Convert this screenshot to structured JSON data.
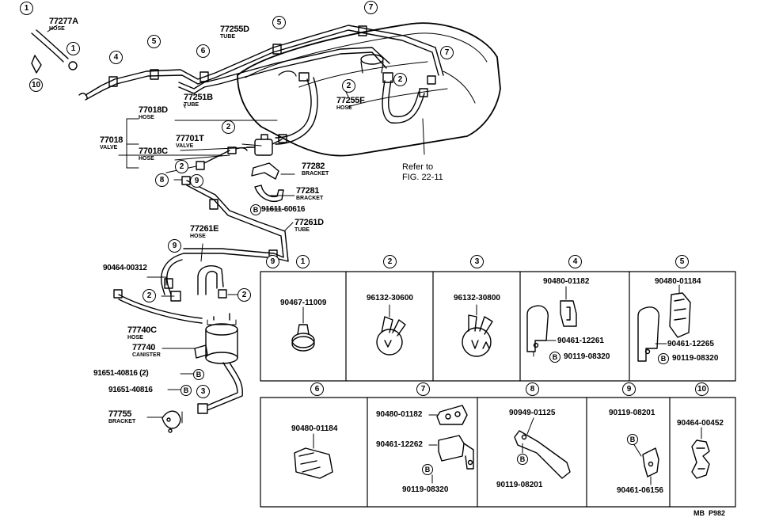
{
  "main_parts": [
    {
      "id": "77277A",
      "num": "77277A",
      "desc": "HOSE"
    },
    {
      "id": "77255D",
      "num": "77255D",
      "desc": "TUBE"
    },
    {
      "id": "77251B",
      "num": "77251B",
      "desc": "TUBE"
    },
    {
      "id": "77255F",
      "num": "77255F",
      "desc": "HOSE"
    },
    {
      "id": "77018D",
      "num": "77018D",
      "desc": "HOSE"
    },
    {
      "id": "77018",
      "num": "77018",
      "desc": "VALVE"
    },
    {
      "id": "77701T",
      "num": "77701T",
      "desc": "VALVE"
    },
    {
      "id": "77018C",
      "num": "77018C",
      "desc": "HOSE"
    },
    {
      "id": "77282",
      "num": "77282",
      "desc": "BRACKET"
    },
    {
      "id": "77281",
      "num": "77281",
      "desc": "BRACKET"
    },
    {
      "id": "77261D",
      "num": "77261D",
      "desc": "TUBE"
    },
    {
      "id": "77261E",
      "num": "77261E",
      "desc": "HOSE"
    },
    {
      "id": "77740C",
      "num": "77740C",
      "desc": "HOSE"
    },
    {
      "id": "77740",
      "num": "77740",
      "desc": "CANISTER"
    },
    {
      "id": "77755",
      "num": "77755",
      "desc": "BRACKET"
    }
  ],
  "part_numbers": {
    "bolt_91611": "91611-60616",
    "clip_90464_00312": "90464-00312",
    "bolt_91651_2": "91651-40816 (2)",
    "bolt_91651": "91651-40816"
  },
  "reference": {
    "line1": "Refer to",
    "line2": "FIG. 22-11"
  },
  "callout_numbers": [
    "1",
    "2",
    "3",
    "4",
    "5",
    "6",
    "7",
    "8",
    "9",
    "10"
  ],
  "bolt_marker": "B",
  "detail_panels": [
    {
      "num": "1",
      "parts": [
        "90467-11009"
      ]
    },
    {
      "num": "2",
      "parts": [
        "96132-30600"
      ]
    },
    {
      "num": "3",
      "parts": [
        "96132-30800"
      ]
    },
    {
      "num": "4",
      "parts": [
        "90480-01182",
        "90461-12261",
        "90119-08320"
      ]
    },
    {
      "num": "5",
      "parts": [
        "90480-01184",
        "90461-12265",
        "90119-08320"
      ]
    },
    {
      "num": "6",
      "parts": [
        "90480-01184"
      ]
    },
    {
      "num": "7",
      "parts": [
        "90480-01182",
        "90461-12262",
        "90119-08320"
      ]
    },
    {
      "num": "8",
      "parts": [
        "90949-01125",
        "90119-08201"
      ]
    },
    {
      "num": "9",
      "parts": [
        "90119-08201",
        "90461-06156"
      ]
    },
    {
      "num": "10",
      "parts": [
        "90464-00452"
      ]
    }
  ],
  "figure_code": "MB  P982"
}
